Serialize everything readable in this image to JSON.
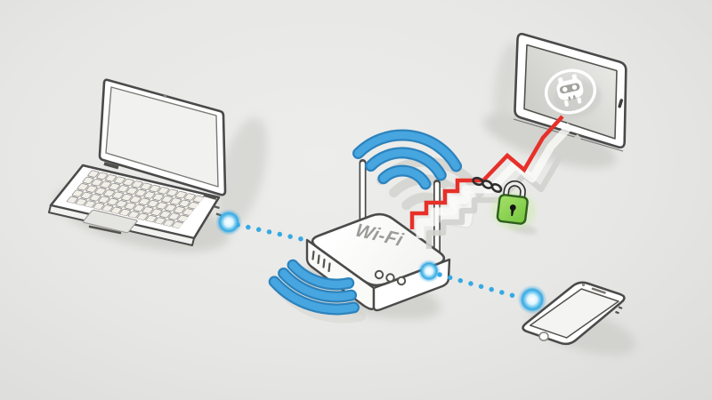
{
  "scene": {
    "router_label": "Wi-Fi"
  },
  "icons": {
    "wifi_signal": "three-blue-arcs",
    "malware_bot": "robot-face-in-circle",
    "padlock": "green-locked-padlock",
    "chain": "dark-chain-links",
    "glow_dot": "blue-glowing-connection-dot"
  },
  "colors": {
    "background": "#E7E7E5",
    "outline": "#4A4A4A",
    "wifi-blue": "#47A5DF",
    "wifi-blue-dark": "#2C83BD",
    "dot-blue": "#35A9E4",
    "threat-red": "#E63029",
    "lock-green": "#8CD453",
    "lock-green-dark": "#2F5E1E",
    "shadow": "#D2D2CE",
    "label-gray": "#9B9B97",
    "device-white": "#FFFFFF"
  }
}
